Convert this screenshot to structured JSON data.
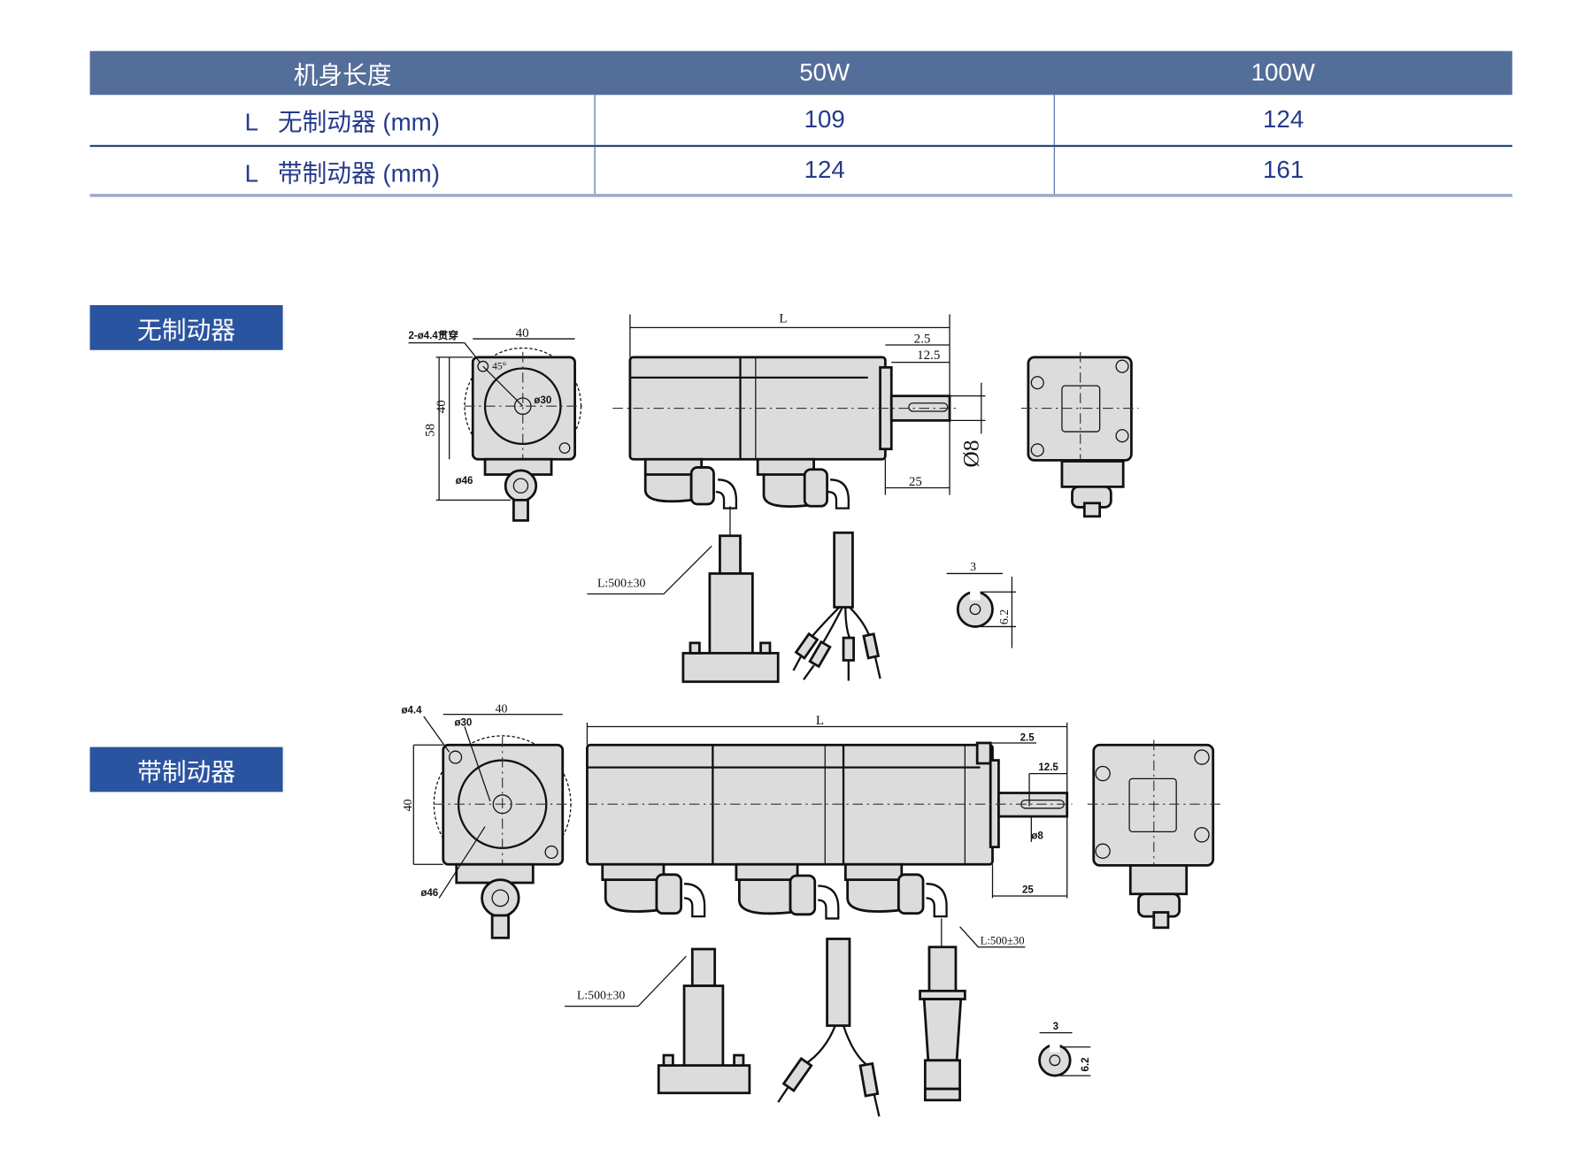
{
  "table": {
    "headers": [
      "机身长度",
      "50W",
      "100W"
    ],
    "rows": [
      {
        "label": "L   无制动器 (mm)",
        "w50": "109",
        "w100": "124"
      },
      {
        "label": "L   带制动器 (mm)",
        "w50": "124",
        "w100": "161"
      }
    ]
  },
  "sections": {
    "no_brake": "无制动器",
    "with_brake": "带制动器"
  },
  "drawing_no_brake": {
    "holes": "2-ø4.4贯穿",
    "width": "40",
    "height_total": "58",
    "height": "40",
    "angle": "45°",
    "pilot": "ø30",
    "pcd": "ø46",
    "length": "L",
    "flange_thk": "2.5",
    "key_len": "12.5",
    "shaft_dia": "Ø8",
    "shaft_len": "25",
    "cable_len": "L:500±30",
    "key_w": "3",
    "key_depth": "6.2"
  },
  "drawing_with_brake": {
    "holes": "ø4.4",
    "pilot": "ø30",
    "width": "40",
    "height": "40",
    "pcd": "ø46",
    "length": "L",
    "flange_thk": "2.5",
    "key_len": "12.5",
    "shaft_dia": "ø8",
    "shaft_len": "25",
    "cable_len_1": "L:500±30",
    "cable_len_2": "L:500±30",
    "key_w": "3",
    "key_depth": "6.2"
  }
}
